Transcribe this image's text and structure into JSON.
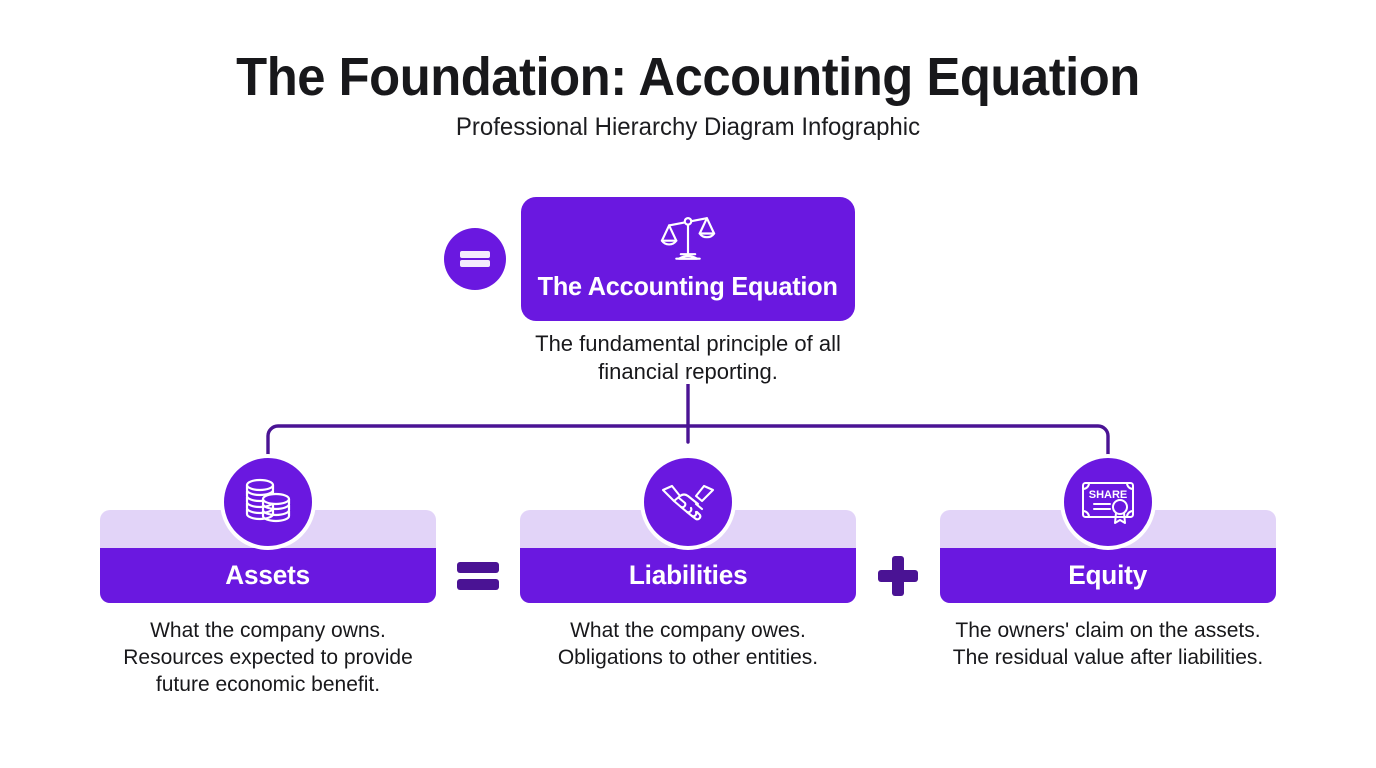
{
  "header": {
    "title": "The Foundation: Accounting Equation",
    "subtitle": "Professional Hierarchy Diagram Infographic"
  },
  "colors": {
    "primary_purple": "#6A18E0",
    "light_lavender": "#E2D4F8",
    "connector_purple": "#4A1394",
    "operator_purple": "#4A1394",
    "text_dark": "#18181b",
    "background": "#FFFFFF"
  },
  "root": {
    "badge_symbol": "=",
    "badge_icon": "equals-badge-icon",
    "icon": "balance-scale-icon",
    "label": "The Accounting Equation",
    "description": "The fundamental principle of all financial reporting."
  },
  "operators": [
    {
      "symbol": "=",
      "icon": "equals-operator-icon"
    },
    {
      "symbol": "+",
      "icon": "plus-operator-icon"
    }
  ],
  "nodes": [
    {
      "id": "assets",
      "label": "Assets",
      "icon": "stacked-coins-icon",
      "description": "What the company owns. Resources expected to provide future economic benefit."
    },
    {
      "id": "liabilities",
      "label": "Liabilities",
      "icon": "handshake-icon",
      "description": "What the company owes. Obligations to other entities."
    },
    {
      "id": "equity",
      "label": "Equity",
      "icon": "share-certificate-icon",
      "icon_text": "SHARE",
      "description": "The owners' claim on the assets. The residual value after liabilities."
    }
  ]
}
